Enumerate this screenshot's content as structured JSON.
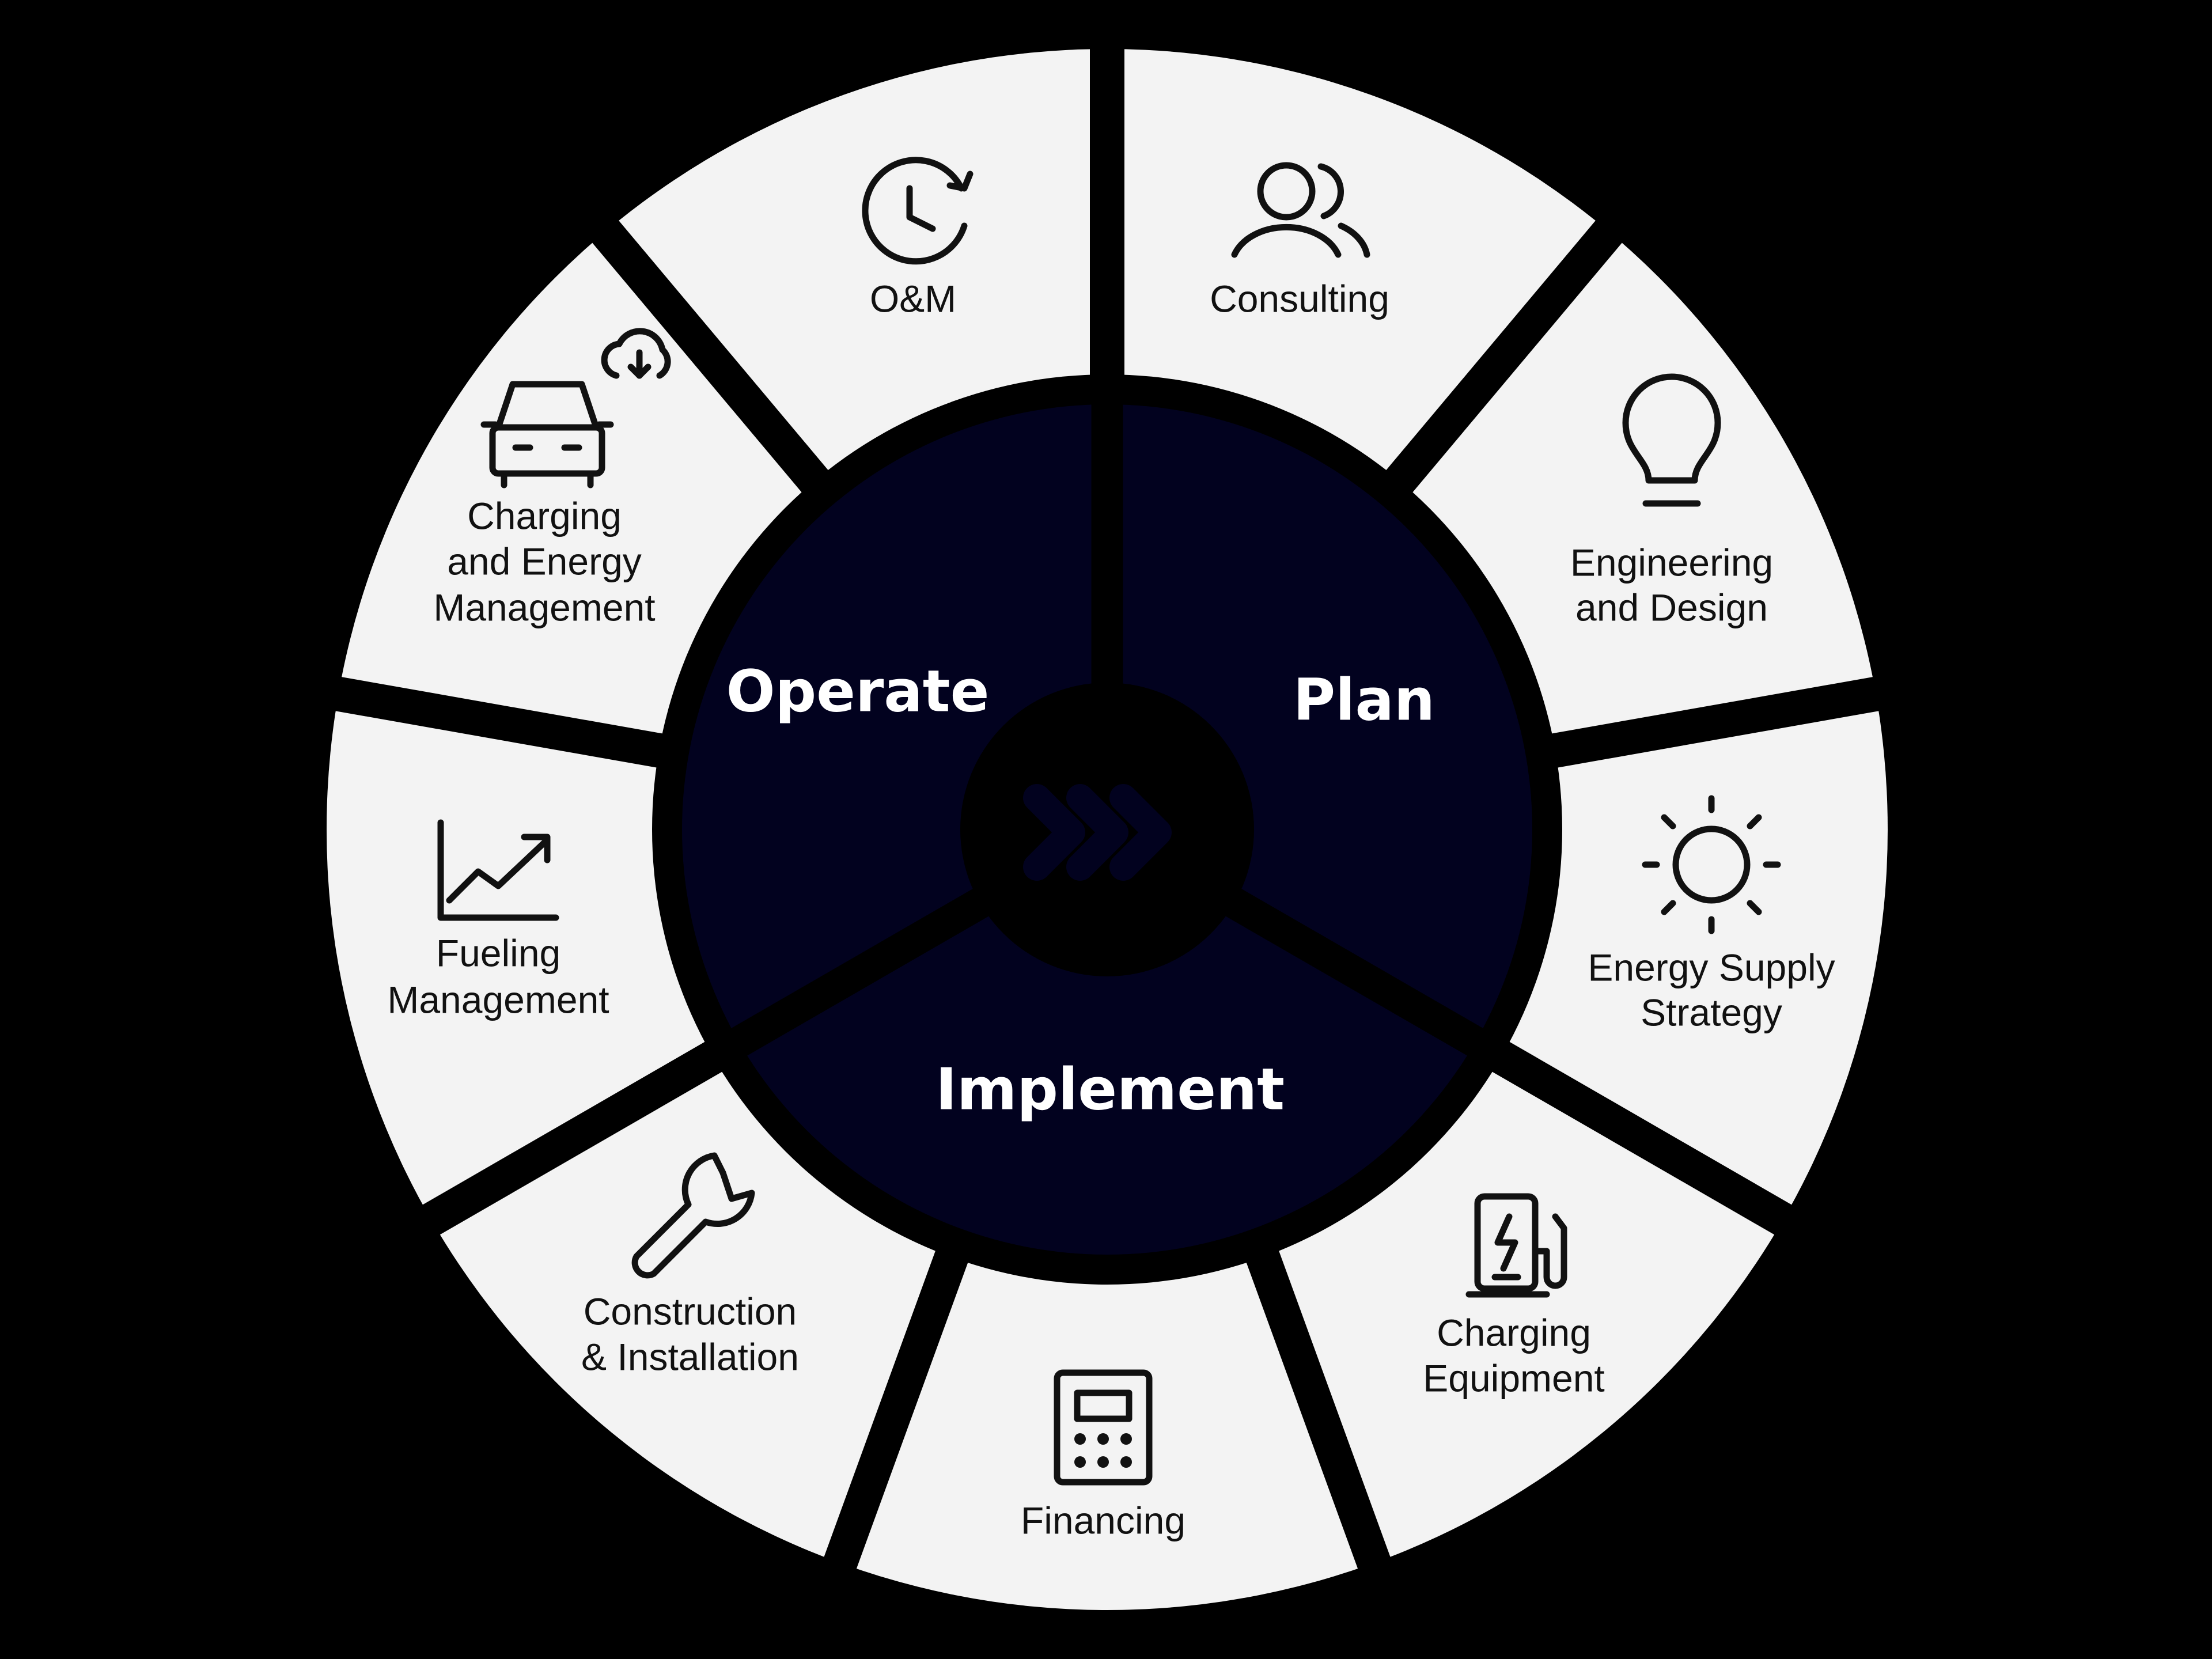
{
  "colors": {
    "background": "#000000",
    "segment": "#f3f3f3",
    "center": "#02021f",
    "divider": "#000000"
  },
  "phases": {
    "operate": "Operate",
    "plan": "Plan",
    "implement": "Implement"
  },
  "segments": [
    {
      "icon": "clock-refresh-icon",
      "lines": [
        "O&M"
      ]
    },
    {
      "icon": "people-icon",
      "lines": [
        "Consulting"
      ]
    },
    {
      "icon": "lightbulb-icon",
      "lines": [
        "Engineering",
        "and Design"
      ]
    },
    {
      "icon": "sun-icon",
      "lines": [
        "Energy Supply",
        "Strategy"
      ]
    },
    {
      "icon": "charging-station-icon",
      "lines": [
        "Charging",
        "Equipment"
      ]
    },
    {
      "icon": "calculator-icon",
      "lines": [
        "Financing"
      ]
    },
    {
      "icon": "wrench-icon",
      "lines": [
        "Construction",
        "& Installation"
      ]
    },
    {
      "icon": "line-chart-icon",
      "lines": [
        "Fueling",
        "Management"
      ]
    },
    {
      "icon": "car-cloud-icon",
      "lines": [
        "Charging",
        "and Energy",
        "Management"
      ]
    }
  ],
  "center_icon": "triple-chevron-icon"
}
